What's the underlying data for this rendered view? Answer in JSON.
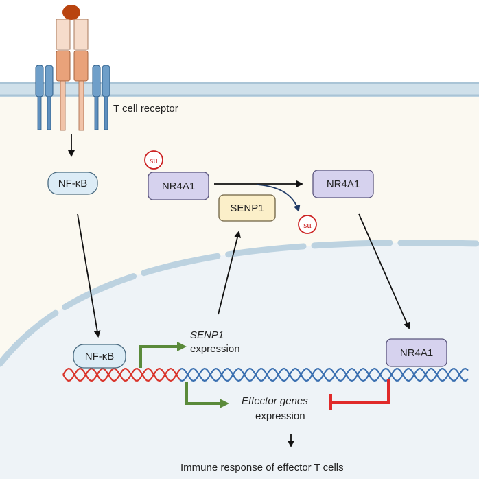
{
  "labels": {
    "receptor": "T cell receptor",
    "nfkb_cyto": "NF-κB",
    "nfkb_nuc": "NF-κB",
    "nr4a1_left": "NR4A1",
    "nr4a1_right": "NR4A1",
    "nr4a1_nuc": "NR4A1",
    "senp1": "SENP1",
    "su_left": "su",
    "su_right": "su",
    "senp1_expr_gene": "SENP1",
    "senp1_expr_word": "expression",
    "effector_genes": "Effector genes",
    "effector_expr": "expression",
    "immune_response": "Immune response of effector T cells"
  },
  "colors": {
    "cytoplasm": "#fbf9f1",
    "nucleus": "#eef3f7",
    "membrane": "#bcd2e0",
    "nfkb_fill": "#dcecf6",
    "nr4a1_fill": "#d6d2ee",
    "senp1_fill": "#fbefc9",
    "activation": "#5a8a3a",
    "inhibition": "#e02a2a",
    "dna_red": "#d9342b",
    "dna_blue": "#3a6fb0"
  }
}
